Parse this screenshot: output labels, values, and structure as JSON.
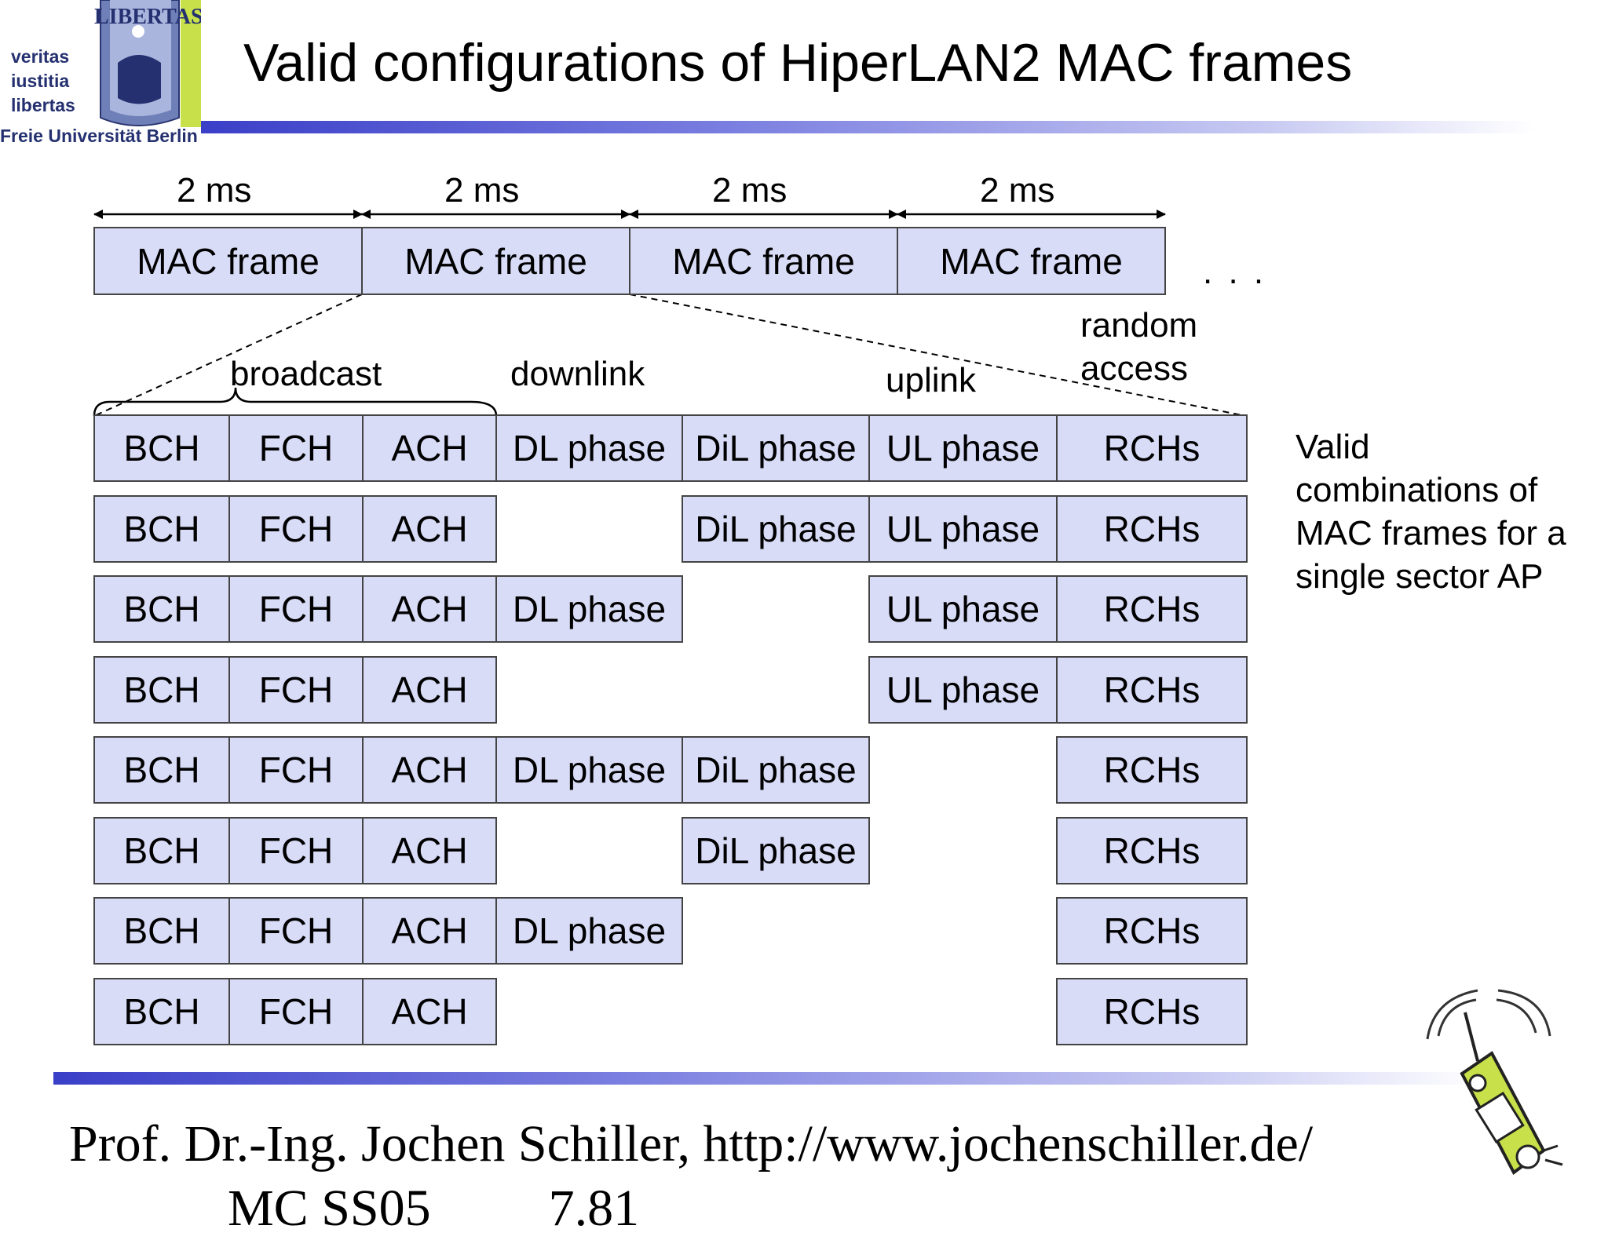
{
  "header": {
    "title": "Valid configurations of HiperLAN2 MAC frames",
    "logo": {
      "motto": [
        "veritas",
        "iustitia",
        "libertas"
      ],
      "seal_text": "LIBERTAS",
      "university": "Freie Universität Berlin"
    }
  },
  "timeline": {
    "durations": [
      "2 ms",
      "2 ms",
      "2 ms",
      "2 ms"
    ],
    "frames": [
      "MAC frame",
      "MAC frame",
      "MAC frame",
      "MAC frame"
    ],
    "continuation": ". . ."
  },
  "groups": {
    "broadcast": "broadcast",
    "downlink": "downlink",
    "uplink": "uplink",
    "random_access": [
      "random",
      "access"
    ]
  },
  "columns": [
    "BCH",
    "FCH",
    "ACH",
    "DL phase",
    "DiL phase",
    "UL phase",
    "RCHs"
  ],
  "rows": [
    [
      true,
      true,
      true,
      true,
      true,
      true,
      true
    ],
    [
      true,
      true,
      true,
      false,
      true,
      true,
      true
    ],
    [
      true,
      true,
      true,
      true,
      false,
      true,
      true
    ],
    [
      true,
      true,
      true,
      false,
      false,
      true,
      true
    ],
    [
      true,
      true,
      true,
      true,
      true,
      false,
      true
    ],
    [
      true,
      true,
      true,
      false,
      true,
      false,
      true
    ],
    [
      true,
      true,
      true,
      true,
      false,
      false,
      true
    ],
    [
      true,
      true,
      true,
      false,
      false,
      false,
      true
    ]
  ],
  "side_note": "Valid combinations of MAC frames for a single sector AP",
  "footer": {
    "author": "Prof. Dr.-Ing. Jochen Schiller, http://www.jochenschiller.de/",
    "course": "MC SS05",
    "slide": "7.81"
  },
  "colors": {
    "box_fill": "#d8dcf7",
    "box_border": "#444444",
    "bar_blue": "#3a3fc8",
    "logo_green": "#c8e04a"
  },
  "icons": {
    "phone": "mobile-phone-icon"
  }
}
